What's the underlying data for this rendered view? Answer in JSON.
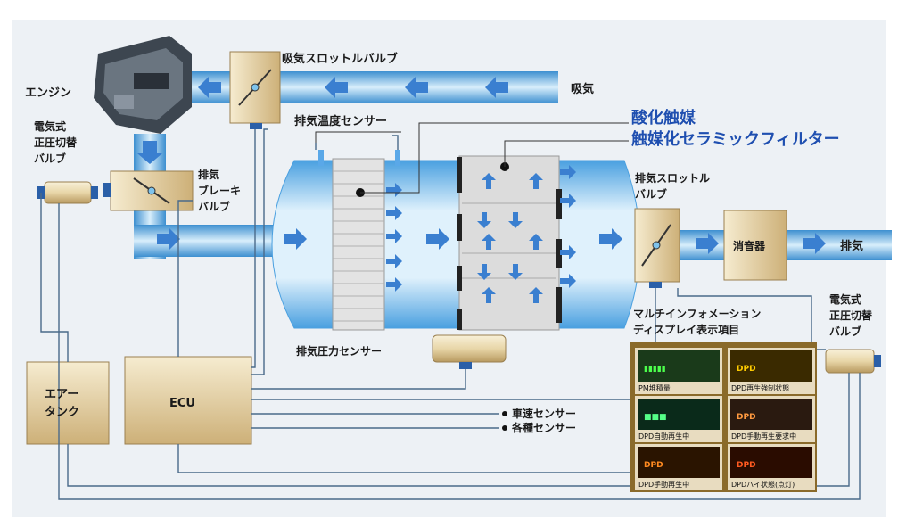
{
  "labels": {
    "engine": "エンジン",
    "intake": "吸気",
    "intake_throttle_valve": "吸気スロットルバルブ",
    "exhaust_temp_sensor": "排気温度センサー",
    "oxidation_catalyst": "酸化触媒",
    "catalyzed_ceramic_filter": "触媒化セラミックフィルター",
    "solenoid_valve_left": [
      "電気式",
      "正圧切替",
      "バルブ"
    ],
    "exhaust_brake_valve": [
      "排気",
      "ブレーキ",
      "バルブ"
    ],
    "exhaust_throttle_valve": [
      "排気スロットル",
      "バルブ"
    ],
    "muffler": "消音器",
    "exhaust": "排気",
    "solenoid_valve_right": [
      "電気式",
      "正圧切替",
      "バルブ"
    ],
    "multi_info_display": [
      "マルチインフォメーション",
      "ディスプレイ表示項目"
    ],
    "exhaust_pressure_sensor": "排気圧力センサー",
    "air_tank": [
      "エアー",
      "タンク"
    ],
    "ecu": "ECU",
    "vehicle_speed_sensor": "車速センサー",
    "various_sensors": "各種センサー"
  },
  "display_panels": [
    {
      "caption": "PM堆積量",
      "screen_text": "▮▮▮▮▮",
      "screen_color": "#1a3a1a",
      "text_color": "#4cff4c"
    },
    {
      "caption": "DPD再生強制状態",
      "screen_text": "DPD",
      "screen_color": "#3a2a00",
      "text_color": "#ffcc00"
    },
    {
      "caption": "DPD自動再生中",
      "screen_text": "■■■",
      "screen_color": "#0a2a1a",
      "text_color": "#55ff88"
    },
    {
      "caption": "DPD手動再生要求中",
      "screen_text": "DPD",
      "screen_color": "#2a1a10",
      "text_color": "#ff9a40"
    },
    {
      "caption": "DPD手動再生中",
      "screen_text": "DPD",
      "screen_color": "#2a1400",
      "text_color": "#ff8a20"
    },
    {
      "caption": "DPDハイ状態(点灯)",
      "screen_text": "DPD",
      "screen_color": "#2a0c00",
      "text_color": "#ff5a20"
    }
  ],
  "colors": {
    "pipe": "#7ec3ec",
    "pipe_dark": "#3d8fd0",
    "arrow": "#3a7fd0",
    "box_gold": "#d8c08a",
    "background": "#edf1f5"
  }
}
